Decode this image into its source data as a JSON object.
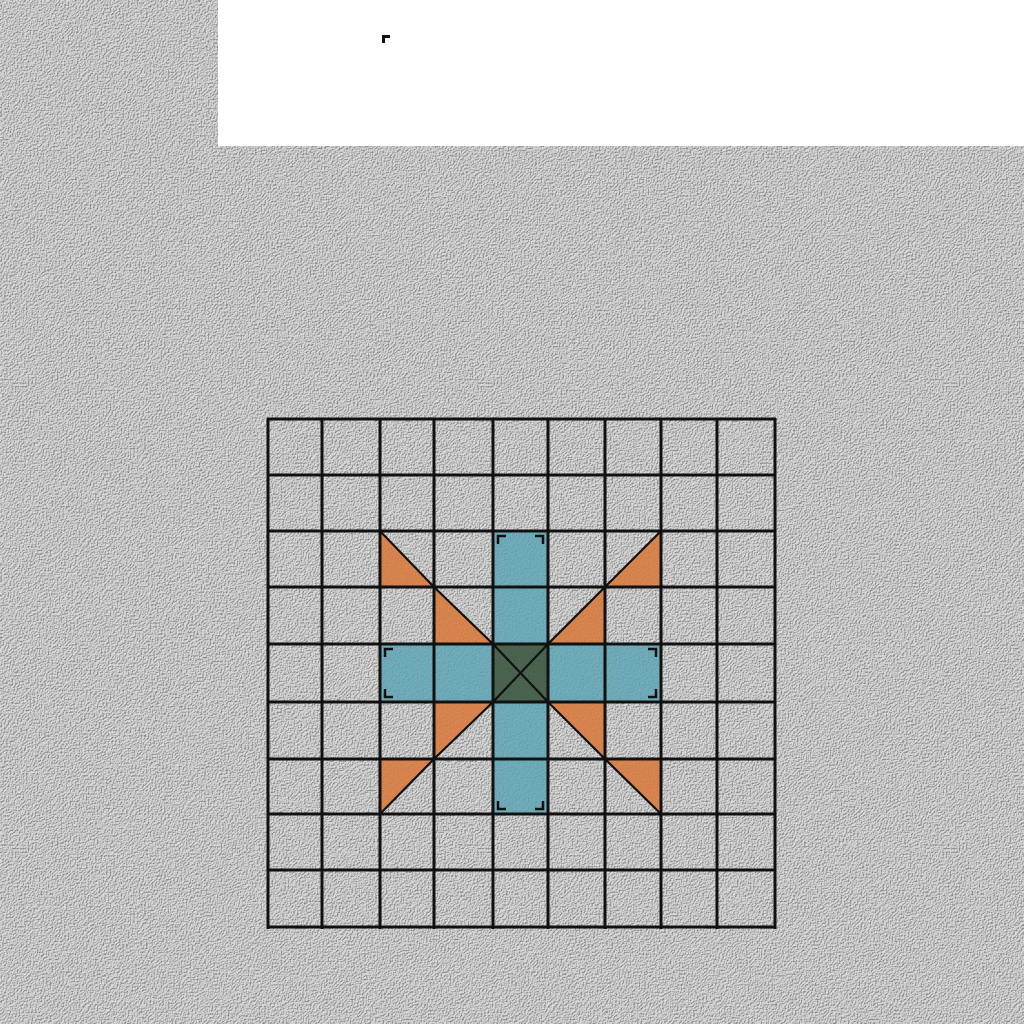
{
  "board": {
    "rows": 9,
    "cols": 9,
    "cells": [
      {
        "row": 2,
        "col": 2,
        "type": "triangle",
        "corner": "bl",
        "color": "#d87a3e"
      },
      {
        "row": 2,
        "col": 6,
        "type": "triangle",
        "corner": "br",
        "color": "#d87a3e"
      },
      {
        "row": 3,
        "col": 3,
        "type": "triangle",
        "corner": "bl",
        "color": "#d87a3e"
      },
      {
        "row": 3,
        "col": 5,
        "type": "triangle",
        "corner": "br",
        "color": "#d87a3e"
      },
      {
        "row": 5,
        "col": 3,
        "type": "triangle",
        "corner": "tl",
        "color": "#d87a3e"
      },
      {
        "row": 5,
        "col": 5,
        "type": "triangle",
        "corner": "tr",
        "color": "#d87a3e"
      },
      {
        "row": 6,
        "col": 2,
        "type": "triangle",
        "corner": "tl",
        "color": "#d87a3e"
      },
      {
        "row": 6,
        "col": 6,
        "type": "triangle",
        "corner": "tr",
        "color": "#d87a3e"
      },
      {
        "row": 2,
        "col": 4,
        "type": "square",
        "color": "#5aa3b3",
        "marks": [
          "tl",
          "tr"
        ]
      },
      {
        "row": 3,
        "col": 4,
        "type": "square",
        "color": "#5aa3b3",
        "marks": []
      },
      {
        "row": 5,
        "col": 4,
        "type": "square",
        "color": "#5aa3b3",
        "marks": []
      },
      {
        "row": 6,
        "col": 4,
        "type": "square",
        "color": "#5aa3b3",
        "marks": [
          "bl",
          "br"
        ]
      },
      {
        "row": 4,
        "col": 2,
        "type": "square",
        "color": "#5aa3b3",
        "marks": [
          "tl",
          "bl"
        ]
      },
      {
        "row": 4,
        "col": 3,
        "type": "square",
        "color": "#5aa3b3",
        "marks": []
      },
      {
        "row": 4,
        "col": 5,
        "type": "square",
        "color": "#5aa3b3",
        "marks": []
      },
      {
        "row": 4,
        "col": 6,
        "type": "square",
        "color": "#5aa3b3",
        "marks": [
          "tr",
          "br"
        ]
      },
      {
        "row": 4,
        "col": 4,
        "type": "center",
        "color": "#3f5a44"
      }
    ]
  },
  "colors": {
    "background": "#b4b4b4",
    "grid_line": "#111111",
    "panel": "#ffffff"
  }
}
